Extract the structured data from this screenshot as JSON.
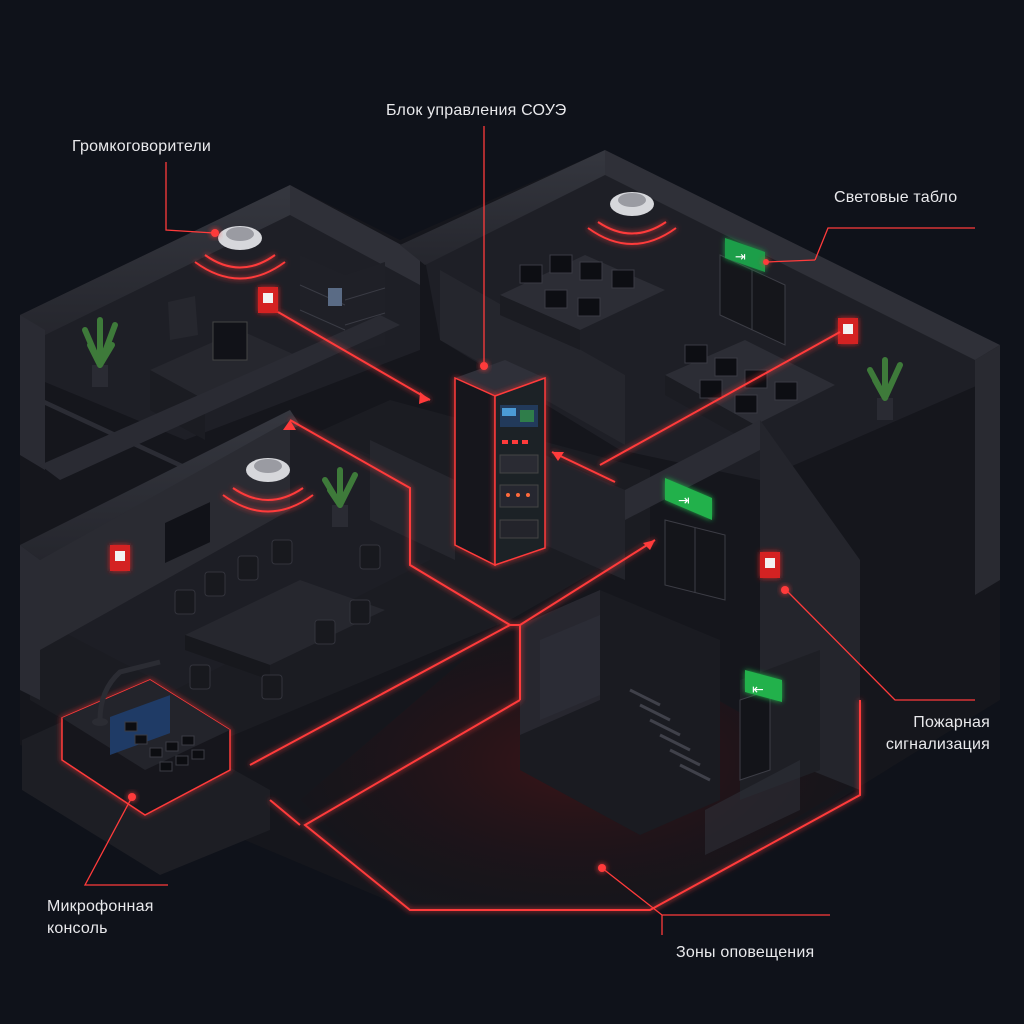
{
  "labels": {
    "control_unit": "Блок управления СОУЭ",
    "speakers": "Громкоговорители",
    "light_signs": "Световые табло",
    "fire_alarm_line1": "Пожарная",
    "fire_alarm_line2": "сигнализация",
    "mic_console_line1": "Микрофонная",
    "mic_console_line2": "консоль",
    "zones": "Зоны оповещения"
  },
  "colors": {
    "background": "#0f121a",
    "accent_red": "#ff3b3b",
    "exit_green": "#22c55e",
    "wall": "#2a2c34",
    "floor": "#1c1d23"
  }
}
